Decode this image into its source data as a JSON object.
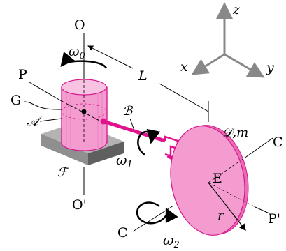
{
  "labels": {
    "O": "O",
    "O_prime": "O'",
    "omega0": "ω0",
    "omega1": "ω1",
    "omega2": "ω2",
    "L": "L",
    "P": "P",
    "P_prime": "P'",
    "G": "G",
    "A": "𝒜",
    "B": "ℬ",
    "F": "ℱ",
    "E": "E",
    "D_m": "𝒟,m",
    "C_upper": "C",
    "C_lower": "C",
    "r": "r"
  },
  "axes": {
    "x": "x",
    "y": "y",
    "z": "z"
  },
  "colors": {
    "body_fill": "#f49ccf",
    "body_fill_light": "#f8c2e2",
    "body_stroke": "#d6168c",
    "rod": "#e0138c",
    "frame_top": "#b3b3b3",
    "frame_side": "#7a7a7a",
    "axis_gray": "#888888",
    "ink": "#000000"
  }
}
